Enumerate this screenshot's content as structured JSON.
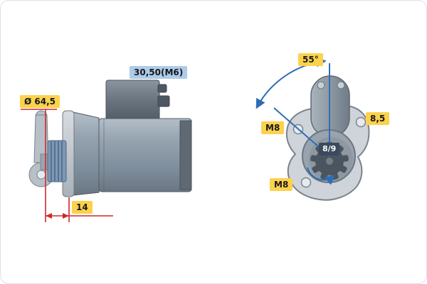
{
  "colors": {
    "label_yellow": "#fcd24c",
    "label_blue": "#aecbe8",
    "badge_dark": "#3b4a5c",
    "dimension_red": "#cc2a2a",
    "annotation_blue": "#2e6db6"
  },
  "side_view": {
    "flange_diameter": "Ø 64,5",
    "terminal_dimension": "30,50(M6)",
    "pinion_clearance": "14"
  },
  "front_view": {
    "mounting_angle": "55°",
    "hole_diameter": "8,5",
    "thread_upper": "M8",
    "thread_lower": "M8",
    "pinion_teeth": "8/9"
  }
}
